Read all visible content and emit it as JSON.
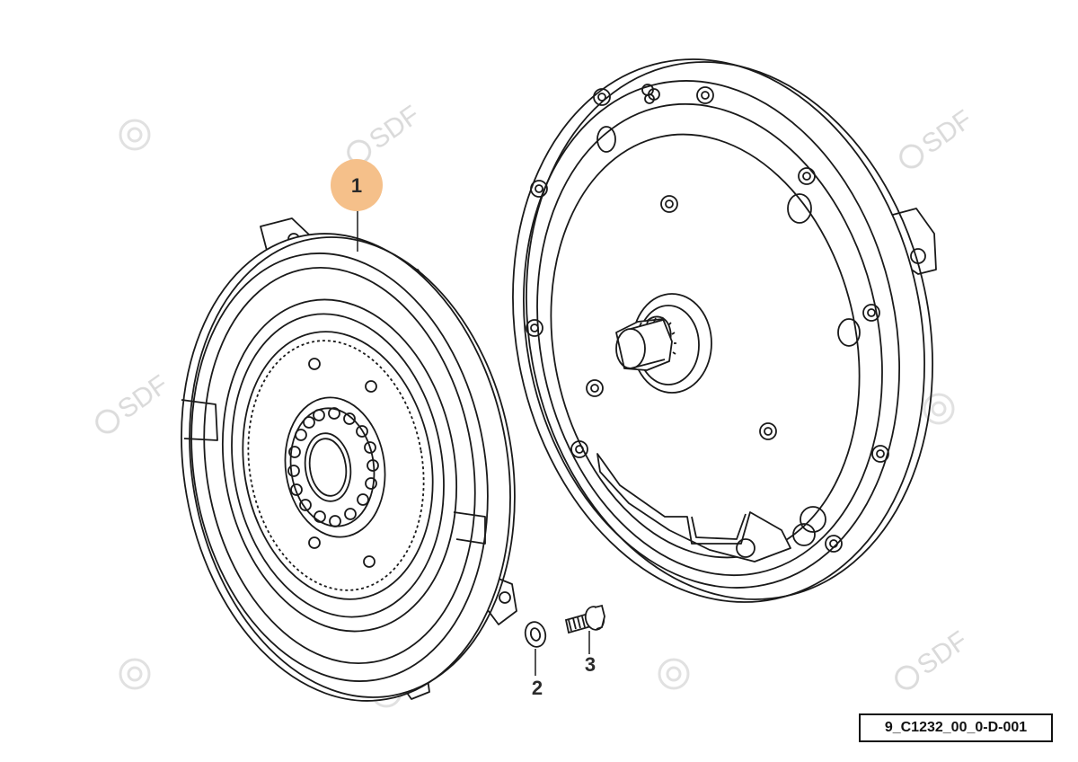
{
  "diagram": {
    "callouts": [
      {
        "id": "1",
        "label": "1",
        "highlighted": true
      },
      {
        "id": "2",
        "label": "2",
        "highlighted": false
      },
      {
        "id": "3",
        "label": "3",
        "highlighted": false
      }
    ],
    "reference_code": "9_C1232_00_0-D-001",
    "watermark_text": "SDF",
    "colors": {
      "line": "#1a1a1a",
      "callout_highlight": "#f5c08a",
      "watermark": "#d6d6d6"
    }
  }
}
